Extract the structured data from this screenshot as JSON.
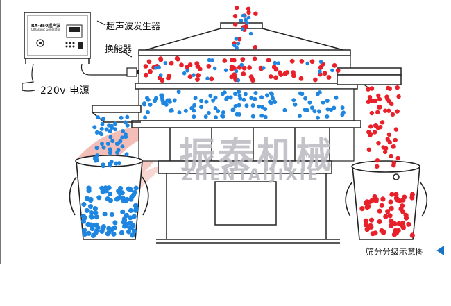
{
  "labels": {
    "generator": "超声波发生器",
    "transducer": "换能器",
    "power": "220v 电源",
    "caption": "筛分分级示意图"
  },
  "device": {
    "model": "RA-350超声波",
    "subtitle": "Ultrasonic Generator"
  },
  "brand": {
    "name_cn": "振泰机械",
    "name_en": "ZHENTAIJIXIE"
  },
  "colors": {
    "red_particle": "#e8202a",
    "blue_particle": "#1e86e0",
    "line": "#222222",
    "brand": "#b9b9c0",
    "accent": "#1a74c4"
  },
  "icons": {
    "caption_marker": "play-left-icon"
  }
}
